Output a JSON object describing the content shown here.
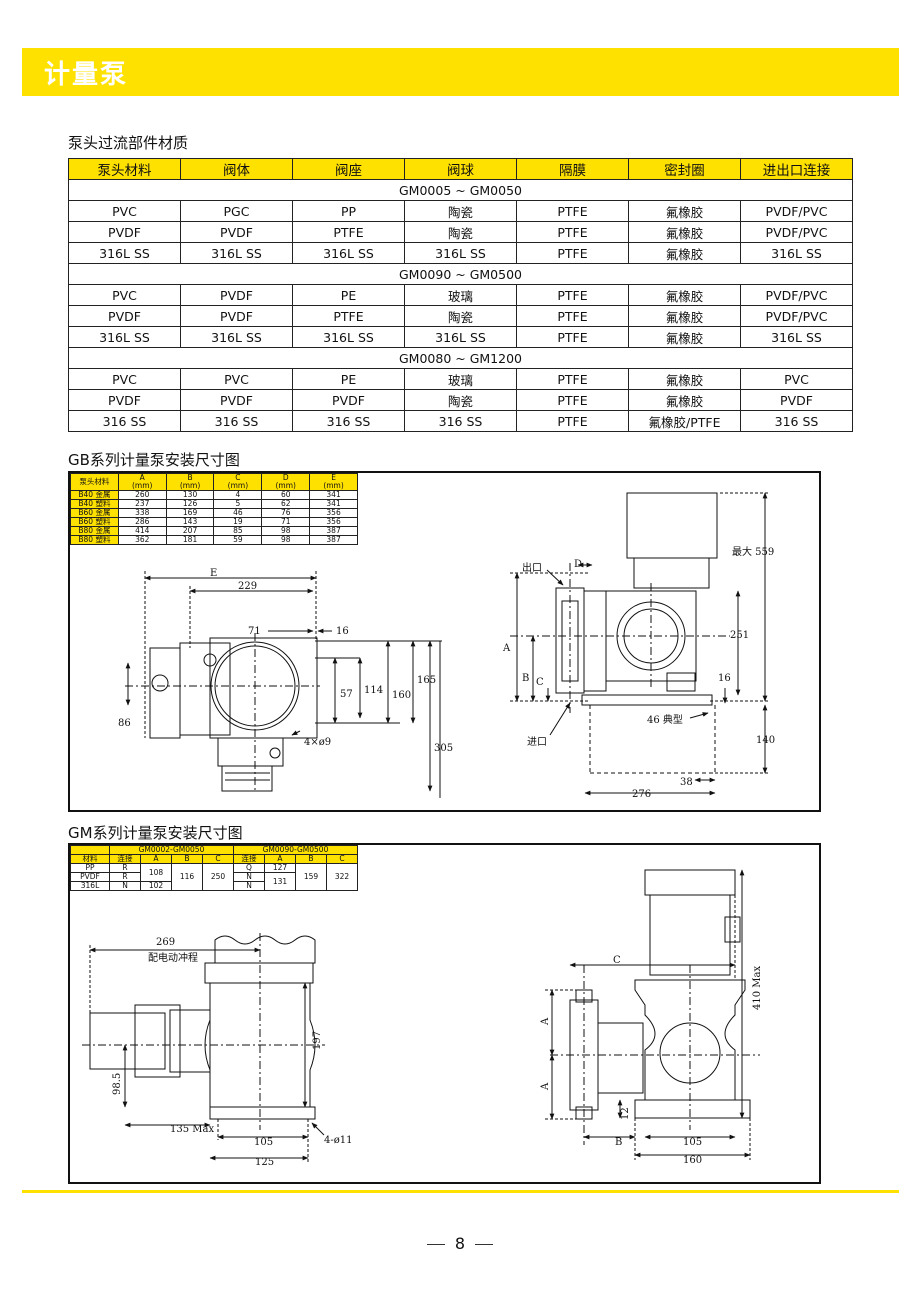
{
  "banner": {
    "title": "计量泵",
    "color": "#ffe100"
  },
  "materials": {
    "title": "泵头过流部件材质",
    "headers": [
      "泵头材料",
      "阀体",
      "阀座",
      "阀球",
      "隔膜",
      "密封圈",
      "进出口连接"
    ],
    "groups": [
      {
        "range": "GM0005 ~ GM0050",
        "rows": [
          [
            "PVC",
            "PGC",
            "PP",
            "陶瓷",
            "PTFE",
            "氟橡胶",
            "PVDF/PVC"
          ],
          [
            "PVDF",
            "PVDF",
            "PTFE",
            "陶瓷",
            "PTFE",
            "氟橡胶",
            "PVDF/PVC"
          ],
          [
            "316L SS",
            "316L SS",
            "316L SS",
            "316L SS",
            "PTFE",
            "氟橡胶",
            "316L SS"
          ]
        ]
      },
      {
        "range": "GM0090 ~ GM0500",
        "rows": [
          [
            "PVC",
            "PVDF",
            "PE",
            "玻璃",
            "PTFE",
            "氟橡胶",
            "PVDF/PVC"
          ],
          [
            "PVDF",
            "PVDF",
            "PTFE",
            "陶瓷",
            "PTFE",
            "氟橡胶",
            "PVDF/PVC"
          ],
          [
            "316L SS",
            "316L SS",
            "316L SS",
            "316L SS",
            "PTFE",
            "氟橡胶",
            "316L SS"
          ]
        ]
      },
      {
        "range": "GM0080 ~ GM1200",
        "rows": [
          [
            "PVC",
            "PVC",
            "PE",
            "玻璃",
            "PTFE",
            "氟橡胶",
            "PVC"
          ],
          [
            "PVDF",
            "PVDF",
            "PVDF",
            "陶瓷",
            "PTFE",
            "氟橡胶",
            "PVDF"
          ],
          [
            "316 SS",
            "316 SS",
            "316 SS",
            "316 SS",
            "PTFE",
            "氟橡胶/PTFE",
            "316 SS"
          ]
        ]
      }
    ]
  },
  "gb": {
    "title": "GB系列计量泵安装尺寸图",
    "table": {
      "headers": [
        [
          "泵头材料"
        ],
        [
          "A",
          "(mm)"
        ],
        [
          "B",
          "(mm)"
        ],
        [
          "C",
          "(mm)"
        ],
        [
          "D",
          "(mm)"
        ],
        [
          "E",
          "(mm)"
        ]
      ],
      "rows": [
        [
          "B40 金属",
          "260",
          "130",
          "4",
          "60",
          "341"
        ],
        [
          "B40 塑料",
          "237",
          "126",
          "5",
          "62",
          "341"
        ],
        [
          "B60 金属",
          "338",
          "169",
          "46",
          "76",
          "356"
        ],
        [
          "B60 塑料",
          "286",
          "143",
          "19",
          "71",
          "356"
        ],
        [
          "B80 金属",
          "414",
          "207",
          "85",
          "98",
          "387"
        ],
        [
          "B80 塑料",
          "362",
          "181",
          "59",
          "98",
          "387"
        ]
      ]
    },
    "left_dims": {
      "e": "E",
      "d229": "229",
      "d71": "71",
      "d16": "16",
      "d57": "57",
      "d114": "114",
      "d160": "160",
      "d165": "165",
      "d86": "86",
      "d305": "305",
      "holes": "4×ø9"
    },
    "right_dims": {
      "outlet": "出口",
      "d": "D",
      "a": "A",
      "b": "B",
      "c": "C",
      "inlet": "进口",
      "max": "最大 559",
      "d251": "251",
      "d16": "16",
      "typ": "46 典型",
      "d140": "140",
      "d38": "38",
      "d276": "276"
    }
  },
  "gm": {
    "title": "GM系列计量泵安装尺寸图",
    "table": {
      "group1": "GM0002-GM0050",
      "group2": "GM0090-GM0500",
      "headers": [
        "材料",
        "连接",
        "A",
        "B",
        "C",
        "连接",
        "A",
        "B",
        "C"
      ],
      "mat": [
        "PP",
        "PVDF",
        "316L"
      ],
      "conn1": [
        "R",
        "R",
        "N"
      ],
      "a1": [
        "108",
        "102"
      ],
      "b1": "116",
      "c1": "250",
      "conn2": [
        "Q",
        "N",
        "N"
      ],
      "a2": [
        "127",
        "131"
      ],
      "b2": "159",
      "c2": "322"
    },
    "left_dims": {
      "d269": "269",
      "stroke": "配电动冲程",
      "d197": "197",
      "d98": "98.5",
      "d135": "135 Max",
      "d105": "105",
      "d125": "125",
      "holes": "4-ø11"
    },
    "right_dims": {
      "c": "C",
      "a": "A",
      "max": "410 Max",
      "d12": "12",
      "b": "B",
      "d105": "105",
      "d160": "160"
    }
  },
  "page_number": "8"
}
